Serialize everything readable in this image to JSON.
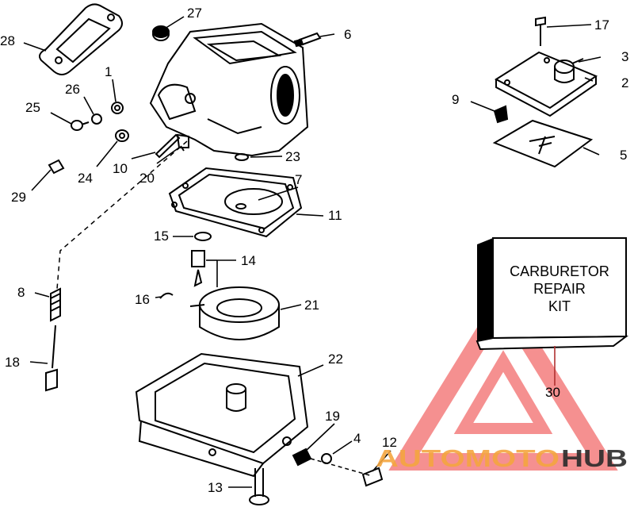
{
  "part_numbers": [
    "1",
    "2",
    "3",
    "4",
    "5",
    "6",
    "7",
    "8",
    "9",
    "10",
    "11",
    "12",
    "13",
    "14",
    "15",
    "16",
    "17",
    "18",
    "19",
    "20",
    "21",
    "22",
    "23",
    "24",
    "25",
    "26",
    "27",
    "28",
    "29",
    "30"
  ],
  "kit_box": {
    "line1": "CARBURETOR",
    "line2": "REPAIR",
    "line3": "KIT"
  },
  "watermark": {
    "text_orange": "AUTOMOTO",
    "text_dark": "HUB",
    "color_triangle": "#f26b6b",
    "color_orange": "#f4a640",
    "color_dark": "#2b2b2b"
  },
  "colors": {
    "line": "#000000",
    "callout_30": "#b03030"
  }
}
